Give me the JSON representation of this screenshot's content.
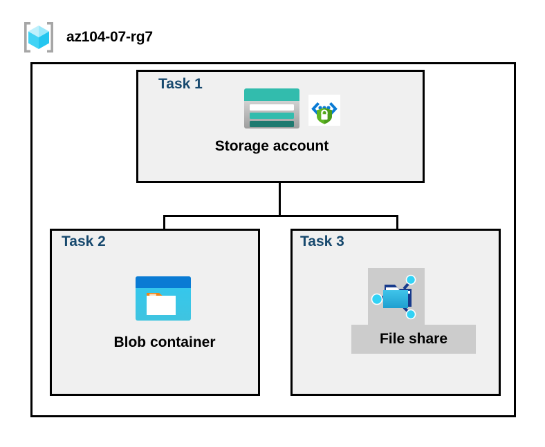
{
  "header": {
    "resource_group_name": "az104-07-rg7",
    "icon": "azure-resource-group-icon"
  },
  "diagram": {
    "type": "azure-architecture-diagram",
    "container": "resource-group-boundary",
    "colors": {
      "task_label": "#17496e",
      "task_box_fill": "#f0f0f0",
      "border": "#000000",
      "selection_highlight": "#cccccc",
      "storage_teal": "#32bcad",
      "storage_teal_dark": "#1f7a70",
      "blob_blue": "#0a7bd4",
      "blob_cyan": "#32c8f0",
      "blob_orange": "#f08519",
      "fileshare_blue": "#32b5e5",
      "security_green": "#5eb522",
      "cube_cyan": "#41d3f5"
    },
    "tasks": [
      {
        "label": "Task 1",
        "node_label": "Storage account",
        "icons": [
          "storage-account-icon",
          "security-identity-icon"
        ],
        "selected": false
      },
      {
        "label": "Task 2",
        "node_label": "Blob container",
        "icons": [
          "blob-container-icon"
        ],
        "selected": false
      },
      {
        "label": "Task 3",
        "node_label": "File share",
        "icons": [
          "file-share-icon"
        ],
        "selected": true
      }
    ],
    "connections": [
      {
        "from": "Storage account",
        "to": "Blob container"
      },
      {
        "from": "Storage account",
        "to": "File share"
      }
    ]
  }
}
